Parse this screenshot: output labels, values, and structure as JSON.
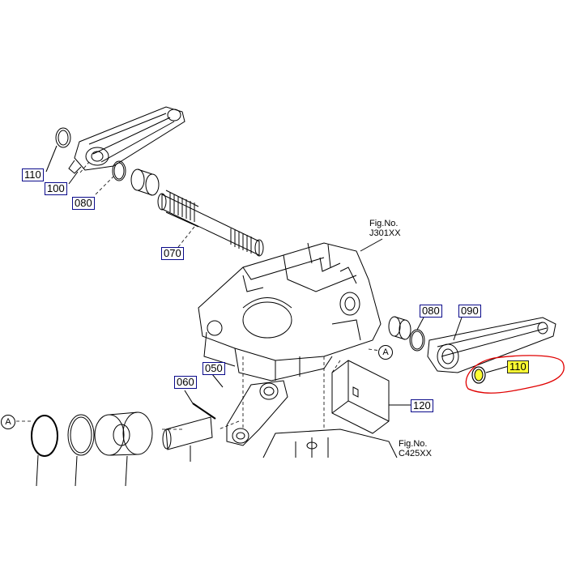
{
  "labels": {
    "p110_top": "110",
    "p100": "100",
    "p080_top": "080",
    "p070": "070",
    "p080_right": "080",
    "p090": "090",
    "p110_right": "110",
    "p060": "060",
    "p050": "050",
    "p120": "120"
  },
  "figures": {
    "fig1_title": "Fig.No.",
    "fig1_code": "J301XX",
    "fig2_title": "Fig.No.",
    "fig2_code": "C425XX"
  },
  "markers": {
    "a_right": "A",
    "a_left": "A"
  },
  "colors": {
    "highlight": "#ffff33",
    "annotation": "#e00000",
    "label_border": "#0a0a8a",
    "line": "#000000"
  }
}
